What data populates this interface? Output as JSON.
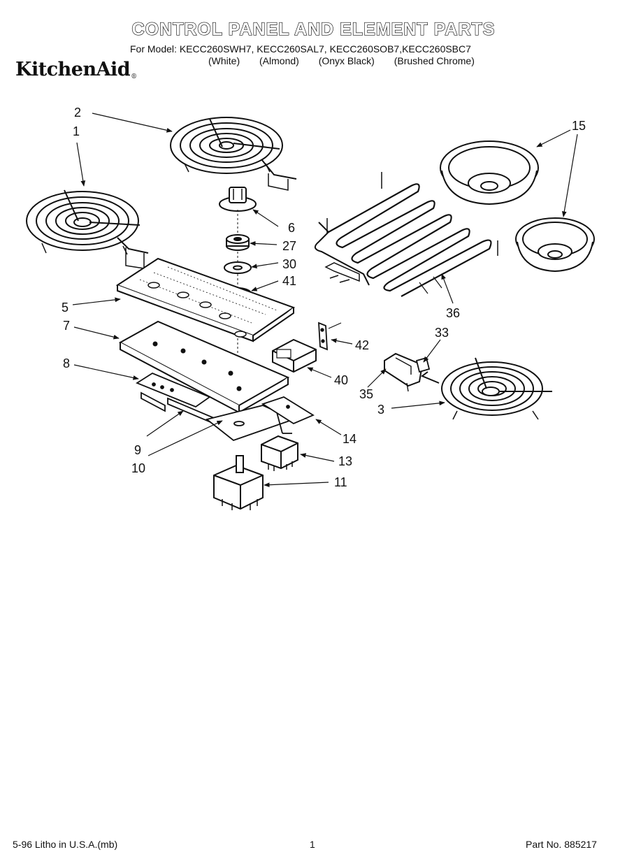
{
  "header": {
    "title": "CONTROL PANEL AND ELEMENT PARTS",
    "model_prefix": "For Model:",
    "models": [
      "KECC260SWH7,",
      "KECC260SAL7,",
      "KECC260SOB7,",
      "KECC260SBC7"
    ],
    "finishes": [
      "(White)",
      "(Almond)",
      "(Onyx Black)",
      "(Brushed Chrome)"
    ],
    "brand": "KitchenAid",
    "brand_mark": "®"
  },
  "callouts": [
    "1",
    "2",
    "3",
    "5",
    "6",
    "7",
    "8",
    "9",
    "10",
    "11",
    "13",
    "14",
    "15",
    "27",
    "30",
    "33",
    "35",
    "36",
    "40",
    "41",
    "42"
  ],
  "footer": {
    "print_info": "5-96 Litho in U.S.A.(mb)",
    "page_number": "1",
    "part_number": "Part No. 885217"
  }
}
